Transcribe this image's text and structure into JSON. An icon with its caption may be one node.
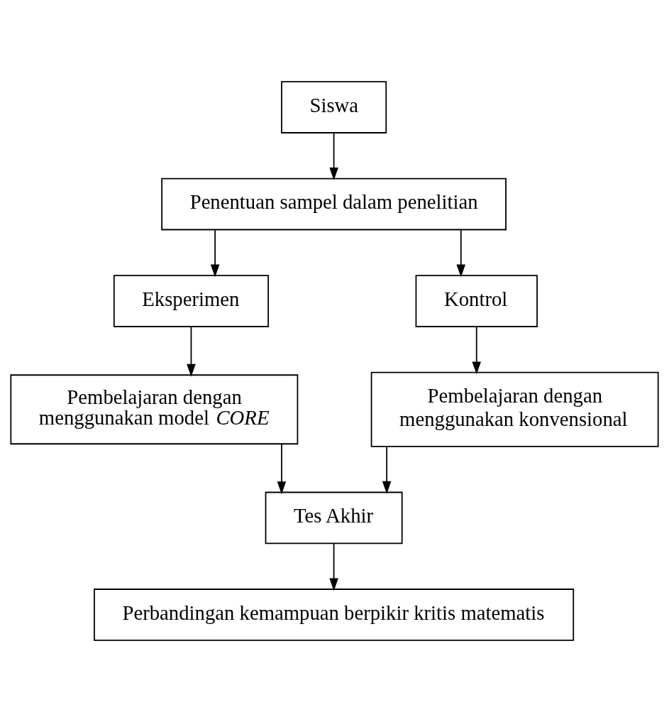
{
  "diagram": {
    "nodes": [
      {
        "text": [
          "Siswa"
        ]
      },
      {
        "text": [
          "Penentuan sampel dalam penelitian"
        ]
      },
      {
        "text": [
          "Eksperimen"
        ]
      },
      {
        "text": [
          "Kontrol"
        ]
      },
      {
        "text": [
          "Pembelajaran dengan menggunakan model *CORE*"
        ]
      },
      {
        "text": [
          "Pembelajaran dengan menggunakan konvensional"
        ]
      },
      {
        "text": [
          "Tes Akhir"
        ]
      },
      {
        "text": [
          "Perbandingan kemampuan berpikir kritis matematis"
        ]
      }
    ],
    "edges": [
      {
        "from": 0,
        "to": 1,
        "arrow": "to"
      },
      {
        "from": 1,
        "to": 2,
        "arrow": "to"
      },
      {
        "from": 1,
        "to": 3,
        "arrow": "to"
      },
      {
        "from": 2,
        "to": 4,
        "arrow": "to"
      },
      {
        "from": 3,
        "to": 5,
        "arrow": "to"
      },
      {
        "from": 4,
        "to": 6,
        "arrow": "to"
      },
      {
        "from": 5,
        "to": 6,
        "arrow": "to"
      },
      {
        "from": 6,
        "to": 7,
        "arrow": "to"
      }
    ]
  }
}
